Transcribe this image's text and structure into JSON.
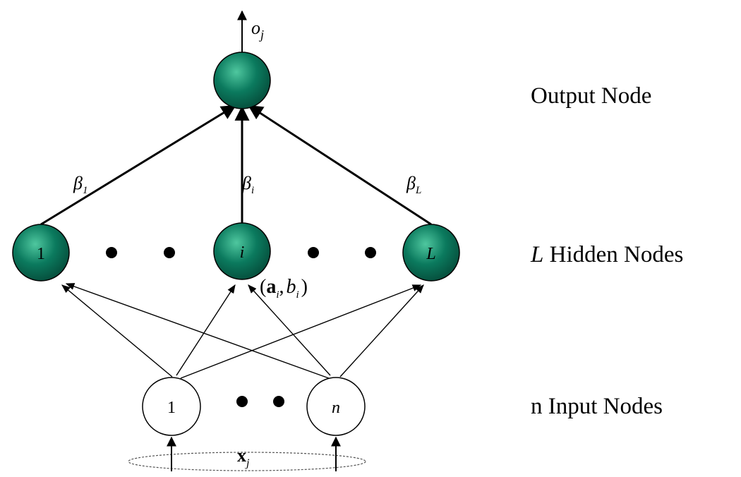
{
  "output_label": "o",
  "output_label_sub": "j",
  "hidden_nodes": {
    "first": "1",
    "middle": "i",
    "last": "L"
  },
  "input_nodes": {
    "first": "1",
    "last": "n"
  },
  "weights": {
    "beta_1": "β",
    "beta_1_sub": "1",
    "beta_i": "β",
    "beta_i_sub": "i",
    "beta_L": "β",
    "beta_L_sub": "L"
  },
  "hidden_params": {
    "open": "(",
    "a": "a",
    "a_sub": "i",
    "comma": ",",
    "b": "b",
    "b_sub": "i",
    "close": ")"
  },
  "input_vector": {
    "x": "x",
    "x_sub": "j"
  },
  "layer_labels": {
    "output": "Output Node",
    "hidden_italic": "L",
    "hidden_rest": " Hidden Nodes",
    "input": "n Input Nodes"
  },
  "colors": {
    "node_fill_light": "#4fc79f",
    "node_fill_mid": "#0b7a5e",
    "node_fill_dark": "#06523f",
    "node_stroke": "#000000",
    "input_fill": "#ffffff"
  }
}
